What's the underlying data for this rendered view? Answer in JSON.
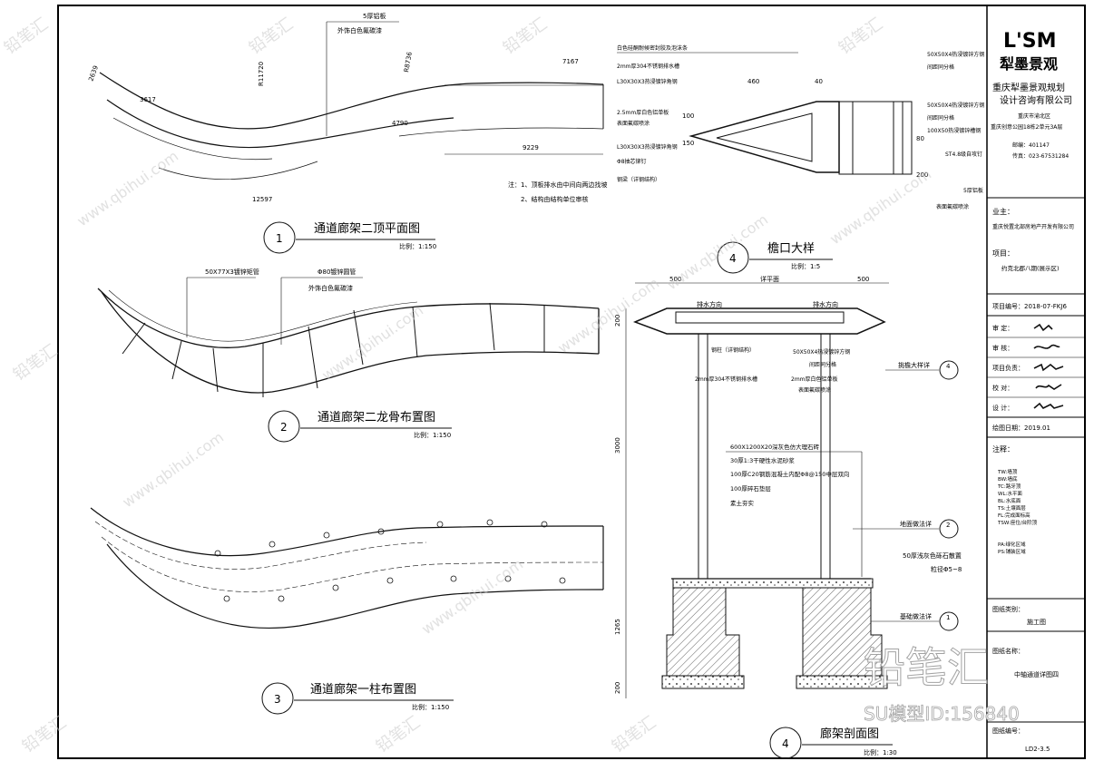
{
  "watermark": {
    "site": "www.qbihui.com",
    "brand": "铅笔汇",
    "model_id": "SU模型ID:156840"
  },
  "plan1": {
    "title": "通道廊架二顶平面图",
    "number": "1",
    "scale": "比例：1:150",
    "dims": [
      "2639",
      "3617",
      "R11720",
      "R8736",
      "7167",
      "4790",
      "9229",
      "12597"
    ],
    "labels": [
      "5厚铝板",
      "外饰白色氟碳漆"
    ],
    "notes": [
      "注：1、顶板排水由中间向两边找坡",
      "2、结构由结构单位审核"
    ]
  },
  "plan2": {
    "title": "通道廊架二龙骨布置图",
    "number": "2",
    "scale": "比例：1:150",
    "labels": [
      "50X77X3镀锌矩管",
      "Φ80镀锌圆管",
      "外饰白色氟碳漆"
    ]
  },
  "plan3": {
    "title": "通道廊架一柱布置图",
    "number": "3",
    "scale": "比例：1:150"
  },
  "detail4": {
    "title": "檐口大样",
    "number": "4",
    "scale": "比例：1:5",
    "dims": [
      "460",
      "40",
      "100",
      "150",
      "80",
      "200"
    ],
    "left_labels": [
      "白色硅酮耐候密封胶及泡沫条",
      "2mm厚304不锈钢排水槽",
      "L30X30X3热浸镀锌角钢",
      "2.5mm厚白色铝单板",
      "表面氟碳喷涂",
      "L30X30X3热浸镀锌角钢",
      "Φ8抽芯铆钉",
      "钢梁（详钢结构）"
    ],
    "right_labels": [
      "50X50X4热浸镀锌方钢",
      "间距同分格",
      "50X50X4热浸镀锌方钢",
      "间距同分格",
      "100X50热浸镀锌槽钢",
      "ST4.8级自攻钉",
      "5厚铝板",
      "表面氟碳喷涂"
    ]
  },
  "section4": {
    "title": "廊架剖面图",
    "number": "4",
    "scale": "比例：1:30",
    "dims": [
      "500",
      "详平面",
      "500",
      "200",
      "3000",
      "1265",
      "200"
    ],
    "top_labels": [
      "排水方向",
      "排水方向",
      "钢柱（详钢结构）",
      "2mm厚304不锈钢排水槽",
      "50X50X4热浸镀锌方钢",
      "间距同分格",
      "2mm厚白色铝单板",
      "表面氟碳喷涂"
    ],
    "layers": [
      "600X1200X20深灰色仿大理石砖",
      "30厚1:3干硬性水泥砂浆",
      "100厚C20钢筋混凝土内配Φ8@150中层双向",
      "100厚碎石垫层",
      "素土夯实"
    ],
    "refs": [
      "挑檐大样详",
      "地面做法详",
      "50厚浅灰色砾石散置",
      "粒径Φ5~8",
      "基础做法详"
    ],
    "ref_marks": [
      "4",
      "2",
      "1"
    ]
  },
  "title_block": {
    "logo": "L'SM",
    "logo_cn": "犁墨景观",
    "company": [
      "重庆犁墨景观规划",
      "设计咨询有限公司"
    ],
    "address": [
      "重庆市渝北区",
      "重庆创意公园18栋2单元3A层"
    ],
    "postcode": "邮编：401147",
    "phone": "传真：023-67531284",
    "owner_label": "业主：",
    "owner": "重庆悦置北部房地产开发有限公司",
    "project_label": "项目：",
    "project": "约克北郡八期(展示区)",
    "project_no": "项目编号：2018-07-FKJ6",
    "roles": [
      "审  定：",
      "审  核：",
      "项目负责：",
      "校  对：",
      "设  计："
    ],
    "date": "绘图日期：2019.01",
    "notes_label": "注释：",
    "notes": [
      "TW:墙顶",
      "BW:墙底",
      "TC:路牙顶",
      "WL:水平面",
      "BL:水底面",
      "TS:土壤面层",
      "FL:完成面标高",
      "TSW:座位/台阶顶",
      "",
      "PA:绿化区域",
      "PS:铺装区域"
    ],
    "type_label": "图纸类别：",
    "type": "施工图",
    "name_label": "图纸名称：",
    "name": "中轴通道详图四",
    "no_label": "图纸编号：",
    "no": "LD2-3.5"
  }
}
